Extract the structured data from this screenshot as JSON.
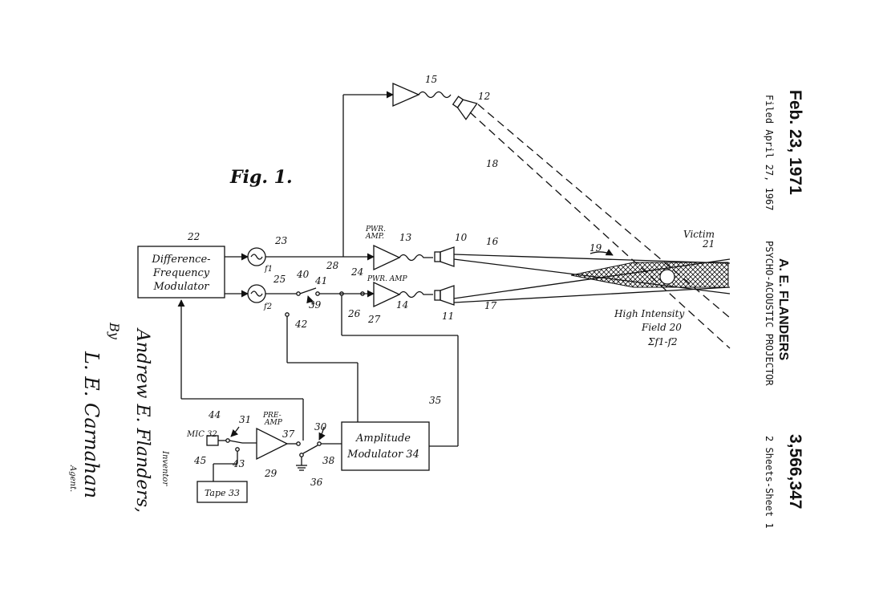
{
  "header": {
    "date": "Feb. 23, 1971",
    "filed": "Filed April 27, 1967",
    "inventor_surname": "A. E. FLANDERS",
    "title": "PSYCHO-ACOUSTIC PROJECTOR",
    "patent_number": "3,566,347",
    "sheets": "2 Sheets-Sheet 1"
  },
  "figure": {
    "caption": "Fig. 1.",
    "blocks": {
      "diff_modulator": [
        "Difference-",
        "Frequency",
        "Modulator"
      ],
      "amp_modulator": [
        "Amplitude",
        "Modulator 34"
      ],
      "tape": "Tape 33",
      "mic": "MIC 32",
      "preamp": [
        "PRE-",
        "AMP"
      ],
      "pwr_amp_13": [
        "PWR.",
        "AMP."
      ],
      "pwr_amp_14": "PWR. AMP"
    },
    "labels": {
      "f1": "f1",
      "f2": "f2",
      "victim": "Victim",
      "field": [
        "High Intensity",
        "Field 20",
        "Σf1-f2"
      ]
    },
    "ref_numerals": [
      "10",
      "11",
      "12",
      "13",
      "14",
      "15",
      "16",
      "17",
      "18",
      "19",
      "21",
      "22",
      "23",
      "24",
      "25",
      "26",
      "27",
      "28",
      "29",
      "30",
      "31",
      "35",
      "36",
      "37",
      "38",
      "39",
      "40",
      "41",
      "42",
      "43",
      "44",
      "45"
    ]
  },
  "signature": {
    "inventor_name": "Andrew E. Flanders,",
    "inventor_role": "Inventor",
    "by": "By",
    "agent_name": "L. E. Carnahan",
    "agent_role": "Agent."
  }
}
